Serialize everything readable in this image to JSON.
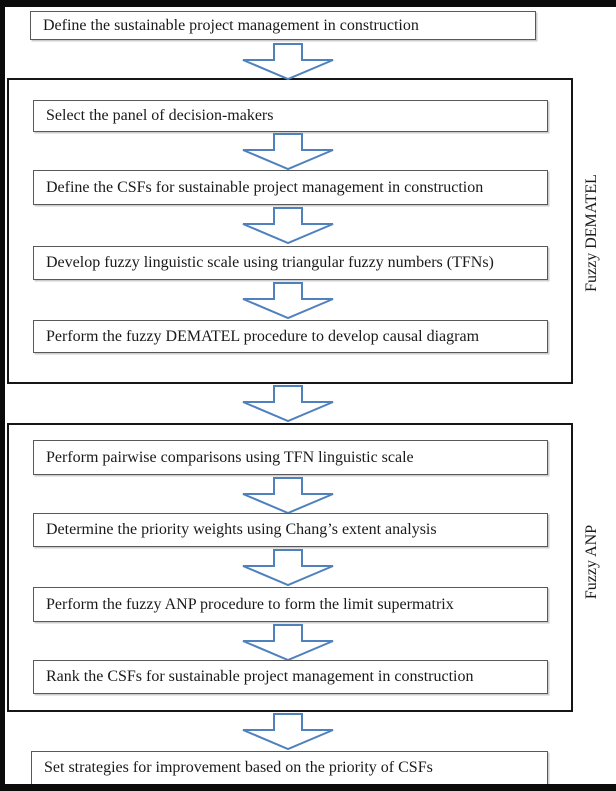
{
  "figure": {
    "type": "flowchart",
    "description_labels": {
      "intro": "Define the sustainable project management in construction",
      "outro": "Set strategies for improvement based on the priority of CSFs"
    }
  },
  "colors": {
    "arrow_stroke": "#4f81bd",
    "box_border": "#595959",
    "container_border": "#161616",
    "frame": "#0b0b0b",
    "text": "#1a1a1a"
  },
  "icons": {
    "flow_connector": "block-down-arrow"
  },
  "flow": {
    "intro": {
      "label": "Define the sustainable project management in construction"
    },
    "dematel": {
      "side_label": "Fuzzy DEMATEL",
      "steps": [
        {
          "label": "Select the panel of decision-makers"
        },
        {
          "label": "Define the CSFs for sustainable project management in construction"
        },
        {
          "label": "Develop fuzzy linguistic scale using triangular fuzzy numbers (TFNs)"
        },
        {
          "label": "Perform the fuzzy DEMATEL procedure to develop causal diagram"
        }
      ]
    },
    "anp": {
      "side_label": "Fuzzy ANP",
      "steps": [
        {
          "label": "Perform pairwise comparisons using TFN linguistic scale"
        },
        {
          "label": "Determine the priority weights using Chang’s extent analysis"
        },
        {
          "label": "Perform the fuzzy ANP procedure to form the limit supermatrix"
        },
        {
          "label": "Rank the CSFs for sustainable project management in construction"
        }
      ]
    },
    "outro": {
      "label": "Set strategies for improvement based on the priority of CSFs"
    }
  }
}
